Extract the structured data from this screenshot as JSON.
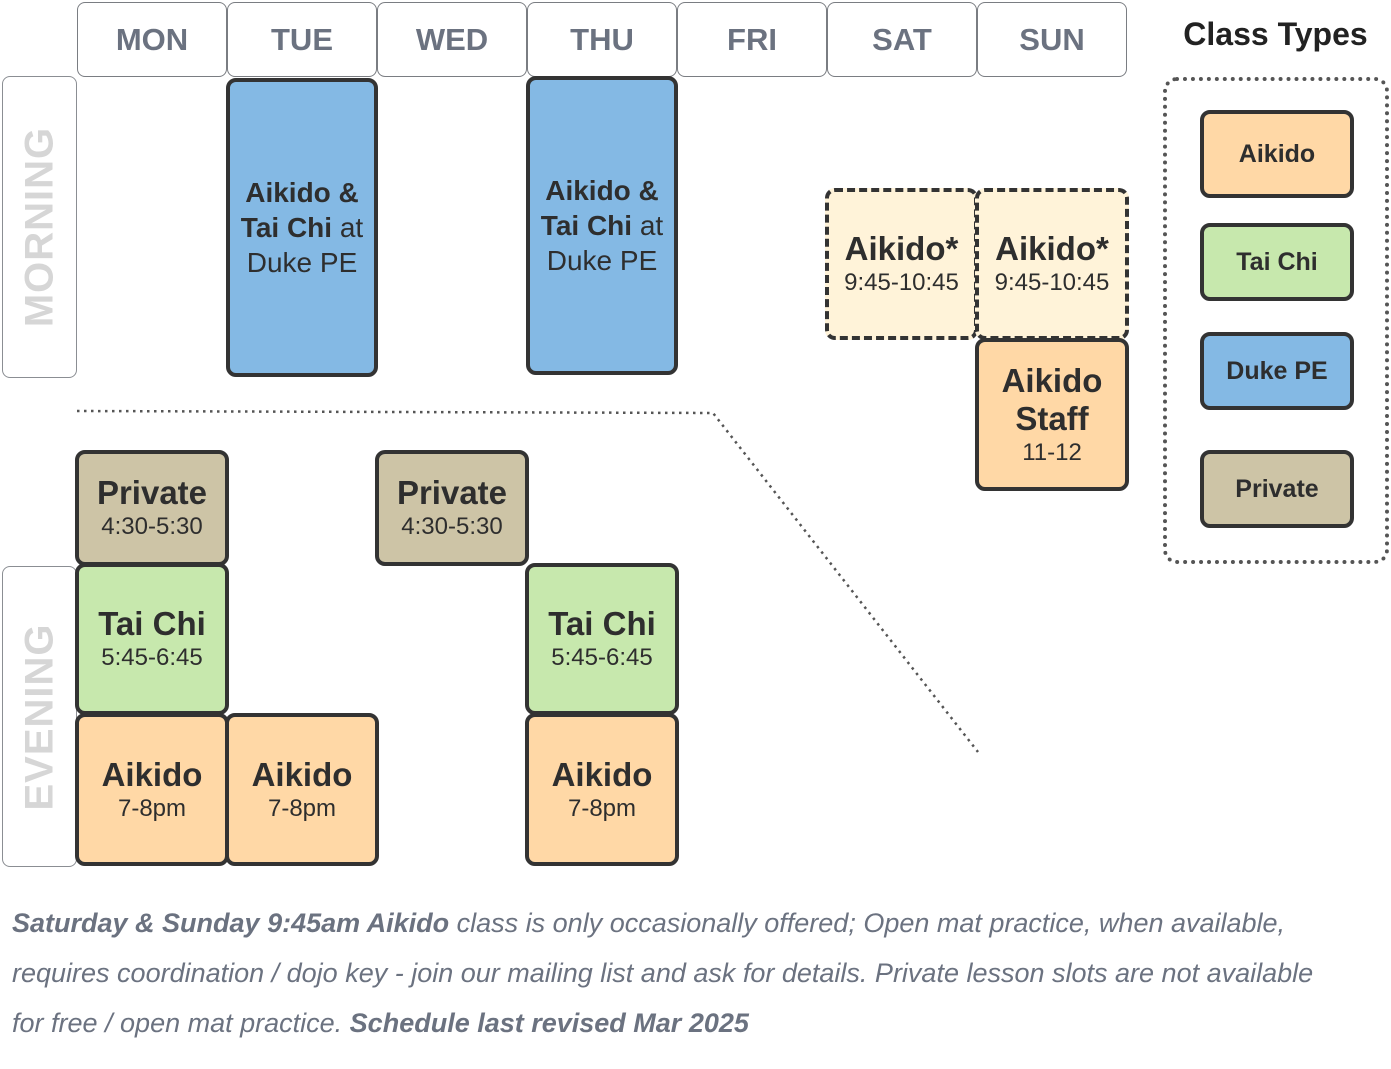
{
  "days": [
    "MON",
    "TUE",
    "WED",
    "THU",
    "FRI",
    "SAT",
    "SUN"
  ],
  "periods": {
    "morning": "MORNING",
    "evening": "EVENING"
  },
  "classes": {
    "tue_duke": {
      "l1": "Aikido &",
      "l2a": "Tai Chi",
      "l2b": " at",
      "l3": "Duke PE"
    },
    "thu_duke": {
      "l1": "Aikido &",
      "l2a": "Tai Chi",
      "l2b": " at",
      "l3": "Duke PE"
    },
    "sat_aikido": {
      "title": "Aikido*",
      "time": "9:45-10:45"
    },
    "sun_aikido": {
      "title": "Aikido*",
      "time": "9:45-10:45"
    },
    "sun_staff": {
      "title1": "Aikido",
      "title2": "Staff",
      "time": "11-12"
    },
    "mon_private": {
      "title": "Private",
      "time": "4:30-5:30"
    },
    "wed_private": {
      "title": "Private",
      "time": "4:30-5:30"
    },
    "mon_taichi": {
      "title": "Tai Chi",
      "time": "5:45-6:45"
    },
    "thu_taichi": {
      "title": "Tai Chi",
      "time": "5:45-6:45"
    },
    "mon_aikido": {
      "title": "Aikido",
      "time": "7-8pm"
    },
    "tue_aikido": {
      "title": "Aikido",
      "time": "7-8pm"
    },
    "thu_aikido": {
      "title": "Aikido",
      "time": "7-8pm"
    }
  },
  "legend": {
    "title": "Class Types",
    "items": [
      "Aikido",
      "Tai Chi",
      "Duke PE",
      "Private"
    ]
  },
  "colors": {
    "aikido": "#ffd8a6",
    "tai_chi": "#c7e8ad",
    "duke_pe": "#84b9e4",
    "private": "#cdc4a6",
    "occasional": "#fff3d9"
  },
  "footnote": {
    "b1": "Saturday & Sunday 9:45am Aikido",
    "t1": " class is only occasionally offered; Open mat practice, when available, requires coordination / dojo key - join our mailing list and ask for details. Private lesson slots are not available for free / open mat practice. ",
    "b2": "Schedule last revised Mar 2025"
  }
}
